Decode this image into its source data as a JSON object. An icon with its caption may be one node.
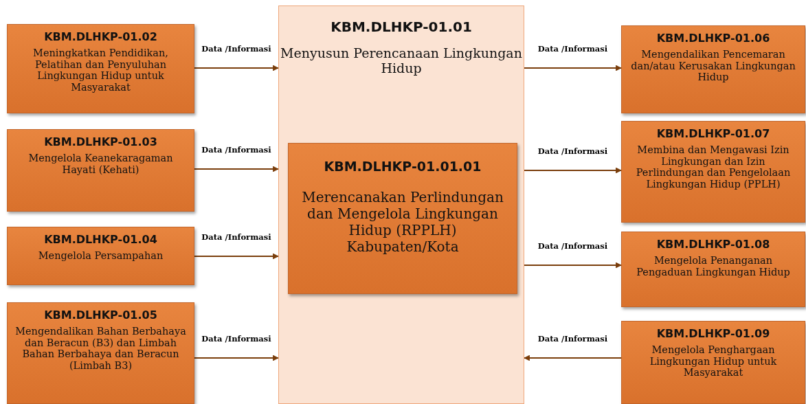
{
  "diagram": {
    "nodes": [
      {
        "text": [
          "KBM.DLHKP-01.02",
          "Meningkatkan Pendidikan, Pelatihan dan Penyuluhan Lingkungan Hidup untuk Masyarakat"
        ]
      },
      {
        "text": [
          "KBM.DLHKP-01.03",
          "Mengelola Keanekaragaman Hayati (Kehati)"
        ]
      },
      {
        "text": [
          "KBM.DLHKP-01.04",
          "Mengelola Persampahan"
        ]
      },
      {
        "text": [
          "KBM.DLHKP-01.05",
          "Mengendalikan Bahan Berbahaya dan Beracun (B3) dan Limbah Bahan Berbahaya dan Beracun (Limbah B3)"
        ]
      },
      {
        "text": [
          "KBM.DLHKP-01.01",
          "Menyusun Perencanaan Lingkungan Hidup"
        ]
      },
      {
        "text": [
          "KBM.DLHKP-01.01.01",
          "Merencanakan Perlindungan dan Mengelola Lingkungan Hidup (RPPLH) Kabupaten/Kota"
        ],
        "in": 4
      },
      {
        "text": [
          "KBM.DLHKP-01.06",
          "Mengendalikan Pencemaran dan/atau Kerusakan Lingkungan Hidup"
        ]
      },
      {
        "text": [
          "KBM.DLHKP-01.07",
          "Membina dan Mengawasi Izin Lingkungan dan Izin Perlindungan dan Pengelolaan Lingkungan Hidup (PPLH)"
        ]
      },
      {
        "text": [
          "KBM.DLHKP-01.08",
          "Mengelola Penanganan Pengaduan Lingkungan Hidup"
        ]
      },
      {
        "text": [
          "KBM.DLHKP-01.09",
          "Mengelola Penghargaan Lingkungan Hidup untuk Masyarakat"
        ]
      }
    ],
    "edges": [
      {
        "from": 0,
        "to": 4,
        "arrow": "to",
        "label": "Data /Informasi"
      },
      {
        "from": 1,
        "to": 4,
        "arrow": "to",
        "label": "Data /Informasi"
      },
      {
        "from": 2,
        "to": 4,
        "arrow": "to",
        "label": "Data /Informasi"
      },
      {
        "from": 3,
        "to": 4,
        "arrow": "to",
        "label": "Data /Informasi"
      },
      {
        "from": 4,
        "to": 6,
        "arrow": "to",
        "label": "Data /Informasi"
      },
      {
        "from": 4,
        "to": 7,
        "arrow": "to",
        "label": "Data /Informasi"
      },
      {
        "from": 4,
        "to": 8,
        "arrow": "to",
        "label": "Data /Informasi"
      },
      {
        "from": 9,
        "to": 4,
        "arrow": "to",
        "label": "Data /Informasi"
      }
    ]
  }
}
